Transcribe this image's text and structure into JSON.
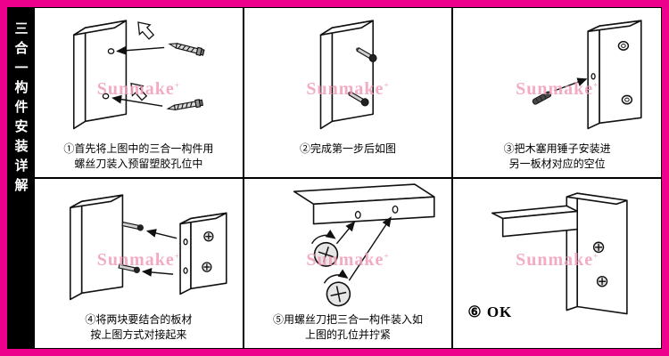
{
  "colors": {
    "frame_border": "#ec008c",
    "sidebar_bg": "#000000",
    "sidebar_text": "#ffffff",
    "panel_bg": "#ffffff",
    "line": "#111111",
    "watermark": "#f29db8"
  },
  "sidebar": {
    "title": "三合一构件安装详解"
  },
  "watermark": {
    "text": "Sunmake",
    "mark": "+"
  },
  "steps": [
    {
      "lines": [
        "①首先将上图中的三合一构件用",
        "螺丝刀装入预留塑胶孔位中"
      ]
    },
    {
      "lines": [
        "②完成第一步后如图"
      ]
    },
    {
      "lines": [
        "③把木塞用锤子安装进",
        "另一板材对应的空位"
      ]
    },
    {
      "lines": [
        "④将两块要结合的板材",
        "按上图方式对接起来"
      ]
    },
    {
      "lines": [
        "⑤用螺丝刀把三合一构件装入如",
        "上图的孔位并拧紧"
      ]
    },
    {
      "ok_label": "⑥ OK"
    }
  ]
}
